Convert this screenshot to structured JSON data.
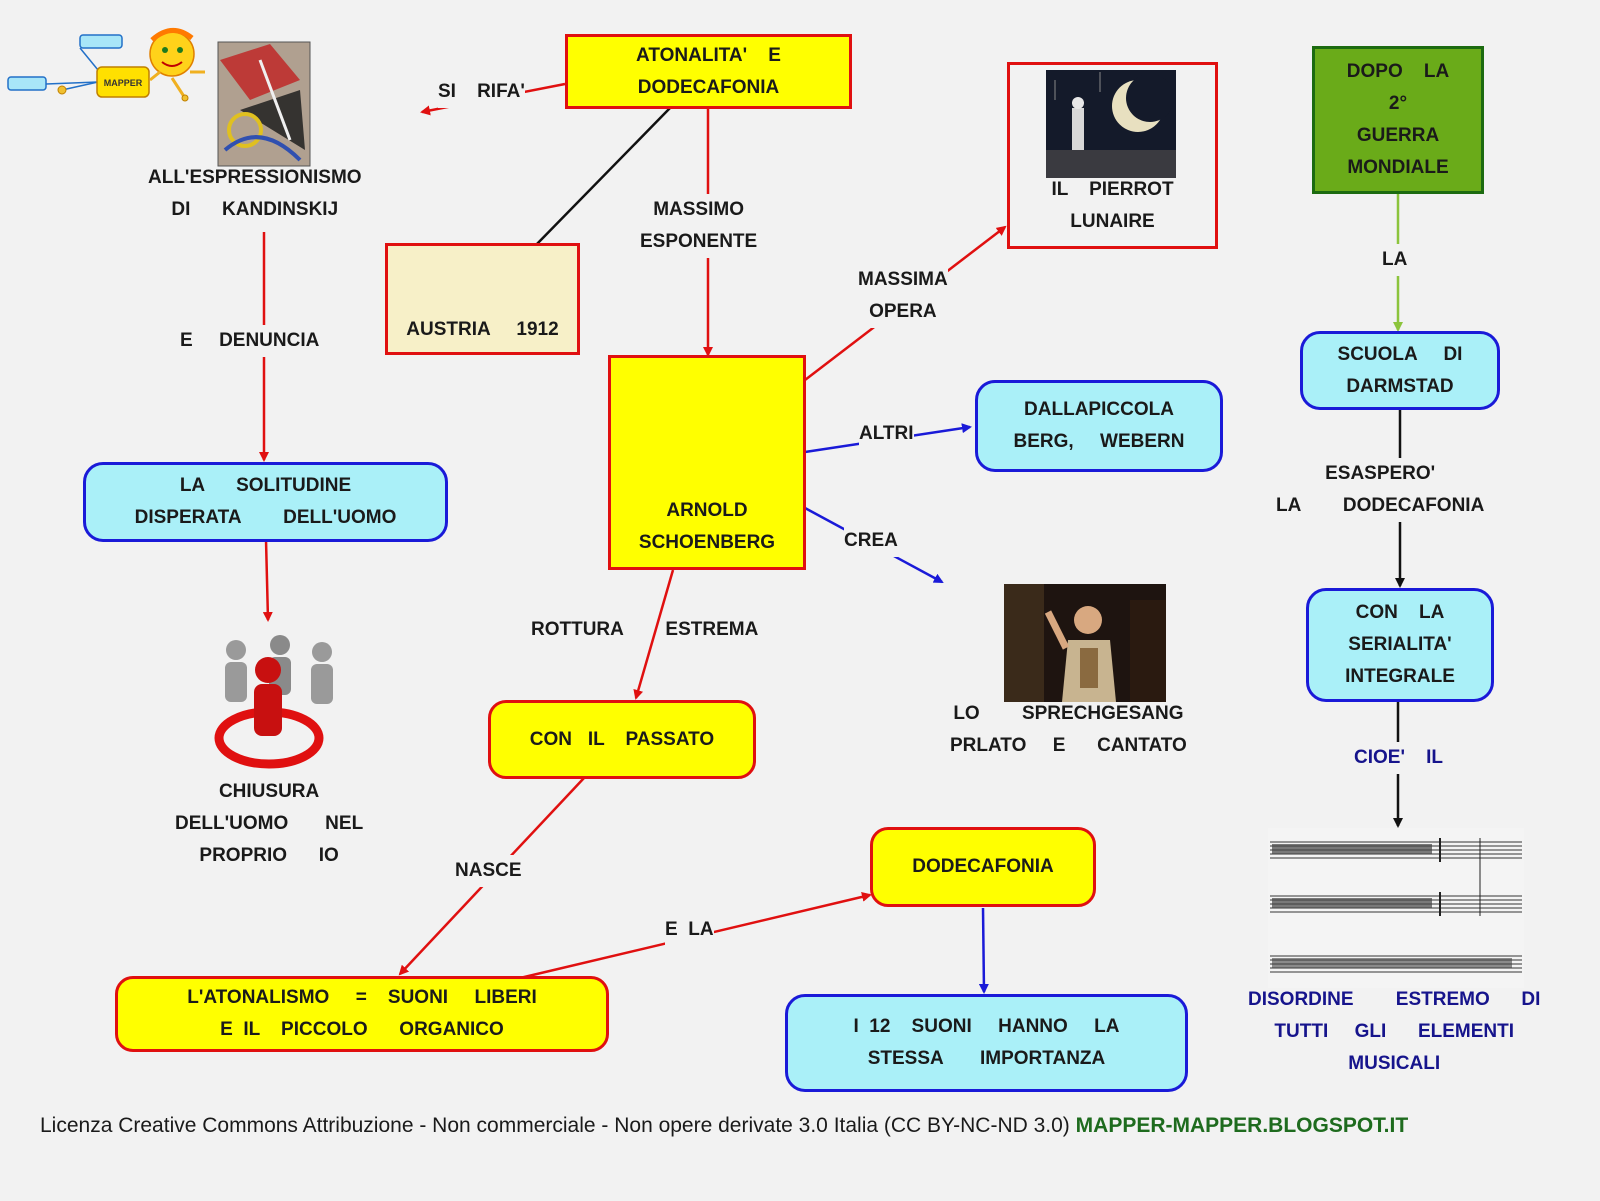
{
  "nodes": {
    "atonalita": "ATONALITA'    E\nDODECAFONIA",
    "austria": "AUSTRIA     1912",
    "schoenberg": "ARNOLD\nSCHOENBERG",
    "pierrot": "IL    PIERROT\nLUNAIRE",
    "dallapiccola": "DALLAPICCOLA\nBERG,     WEBERN",
    "solitudine": "LA      SOLITUDINE\nDISPERATA        DELL'UOMO",
    "passato": "CON   IL    PASSATO",
    "atonalismo": "L'ATONALISMO     =    SUONI     LIBERI\nE  IL    PICCOLO      ORGANICO",
    "dodecafonia": "DODECAFONIA",
    "dodici_suoni": "I  12    SUONI     HANNO     LA\nSTESSA       IMPORTANZA",
    "dopo_guerra": "DOPO    LA\n2°\nGUERRA\nMONDIALE",
    "darmstad": "SCUOLA     DI\nDARMSTAD",
    "serialita": "CON    LA\nSERIALITA'\nINTEGRALE"
  },
  "labels": {
    "si_rifa": "SI    RIFA'",
    "espressionismo": "ALL'ESPRESSIONISMO\nDI      KANDINSKIJ",
    "e_denuncia": "E     DENUNCIA",
    "massimo_esponente": "MASSIMO\nESPONENTE",
    "massima_opera": "MASSIMA\nOPERA",
    "altri": "ALTRI",
    "crea": "CREA",
    "rottura": "ROTTURA        ESTREMA",
    "chiusura": "CHIUSURA\nDELL'UOMO       NEL\nPROPRIO      IO",
    "nasce": "NASCE",
    "e_la": "E  LA",
    "sprechgesang": "LO        SPRECHGESANG\nPRLATO     E      CANTATO",
    "la": "LA",
    "esaspero": "ESASPERO'\nLA        DODECAFONIA",
    "cioe_il": "CIOE'    IL",
    "disordine": "DISORDINE        ESTREMO      DI\nTUTTI     GLI      ELEMENTI\nMUSICALI",
    "logo_text": "MAPPER"
  },
  "license": {
    "text": "Licenza Creative Commons Attribuzione - Non commerciale - Non opere derivate 3.0 Italia (CC BY-NC-ND 3.0)",
    "site": "MAPPER-MAPPER.BLOGSPOT.IT"
  },
  "colors": {
    "red_arrow": "#e01010",
    "blue_arrow": "#1a1ad8",
    "green_arrow": "#8cc43c",
    "black_line": "#111111",
    "yellow_fill": "#ffff00",
    "cyan_fill": "#aaf0f8",
    "green_fill": "#6aab19"
  }
}
